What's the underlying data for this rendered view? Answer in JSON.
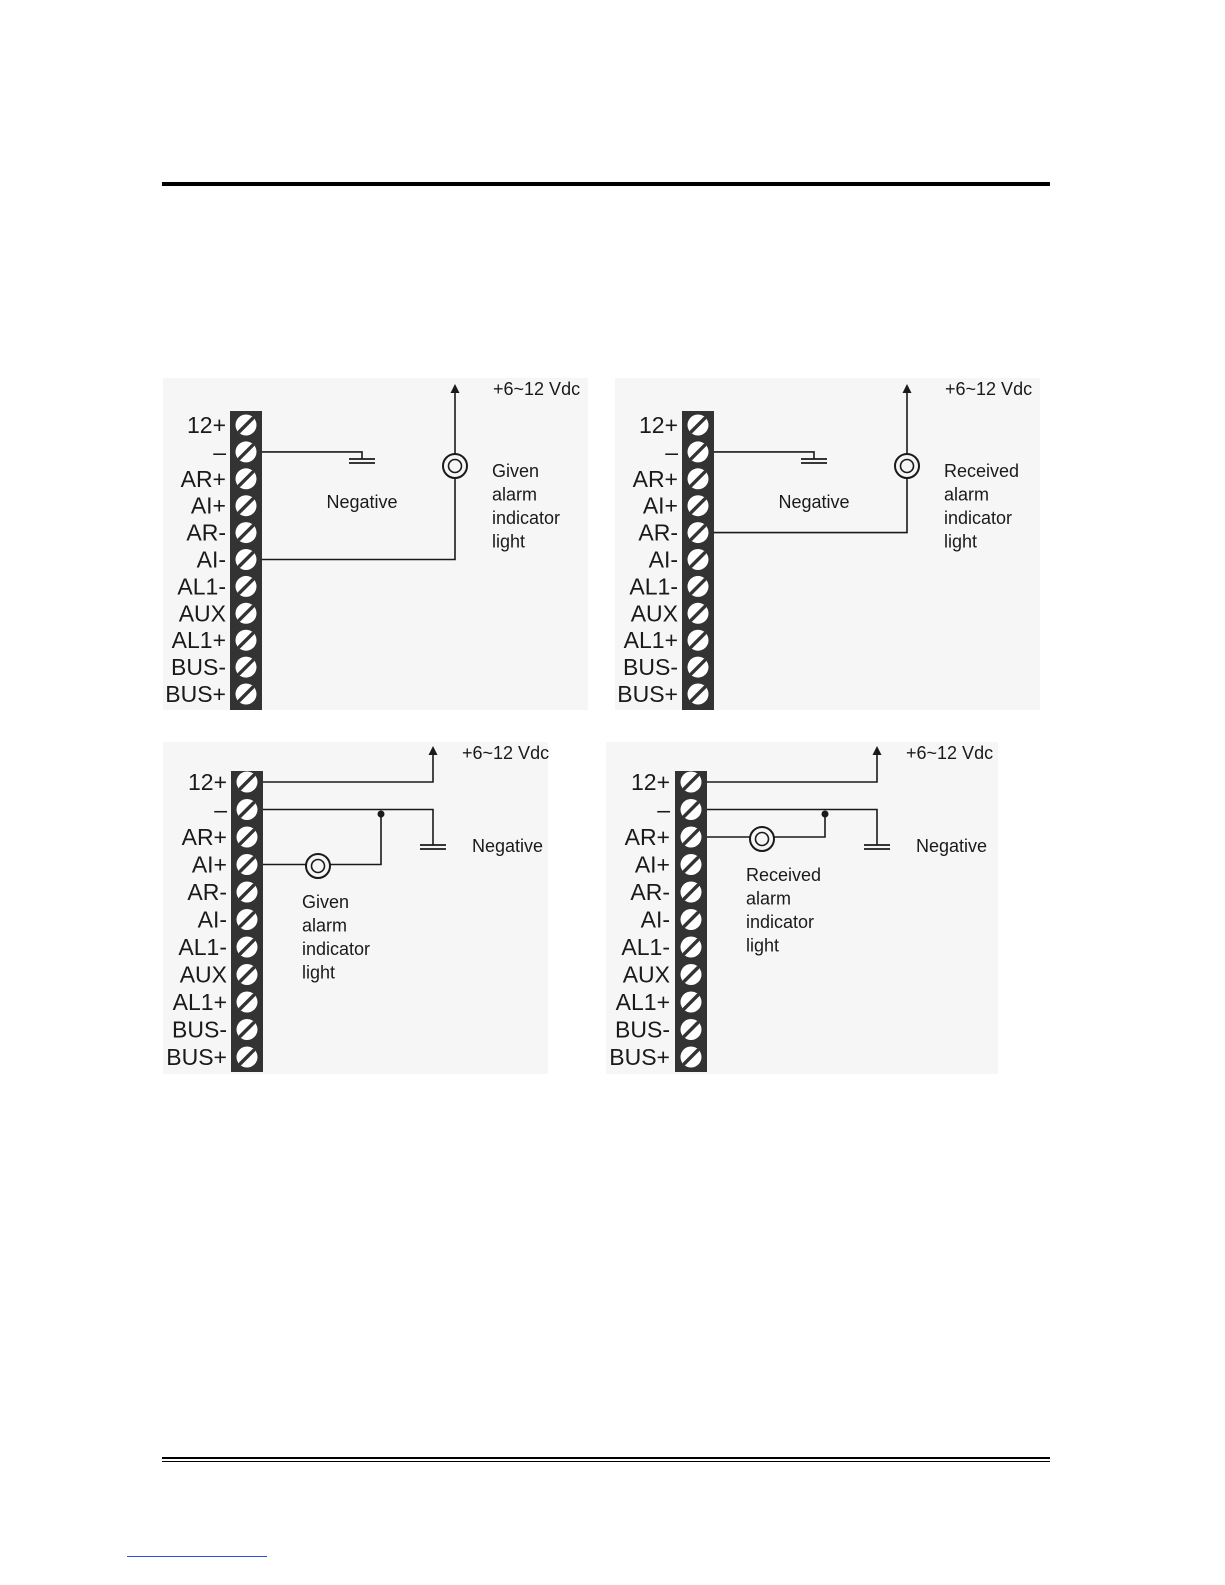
{
  "terminal_labels": [
    "12+",
    "–",
    "AR+",
    "AI+",
    "AR-",
    "AI-",
    "AL1-",
    "AUX",
    "AL1+",
    "BUS-",
    "BUS+"
  ],
  "panels": [
    {
      "id": "given-negative-switch",
      "supply_label": "+6~12 Vdc",
      "ground_label": "Negative",
      "light_label": [
        "Given",
        "alarm",
        "indicator",
        "light"
      ]
    },
    {
      "id": "received-negative-switch",
      "supply_label": "+6~12 Vdc",
      "ground_label": "Negative",
      "light_label": [
        "Received",
        "alarm",
        "indicator",
        "light"
      ]
    },
    {
      "id": "given-positive-switch",
      "supply_label": "+6~12 Vdc",
      "ground_label": "Negative",
      "light_label": [
        "Given",
        "alarm",
        "indicator",
        "light"
      ]
    },
    {
      "id": "received-positive-switch",
      "supply_label": "+6~12 Vdc",
      "ground_label": "Negative",
      "light_label": [
        "Received",
        "alarm",
        "indicator",
        "light"
      ]
    }
  ],
  "colors": {
    "panel_bg": "#f6f6f6",
    "terminal_strip": "#333333",
    "screw": "#ffffff",
    "wire": "#1a1a1a",
    "rule": "#000000",
    "link": "#2f4fd6"
  }
}
